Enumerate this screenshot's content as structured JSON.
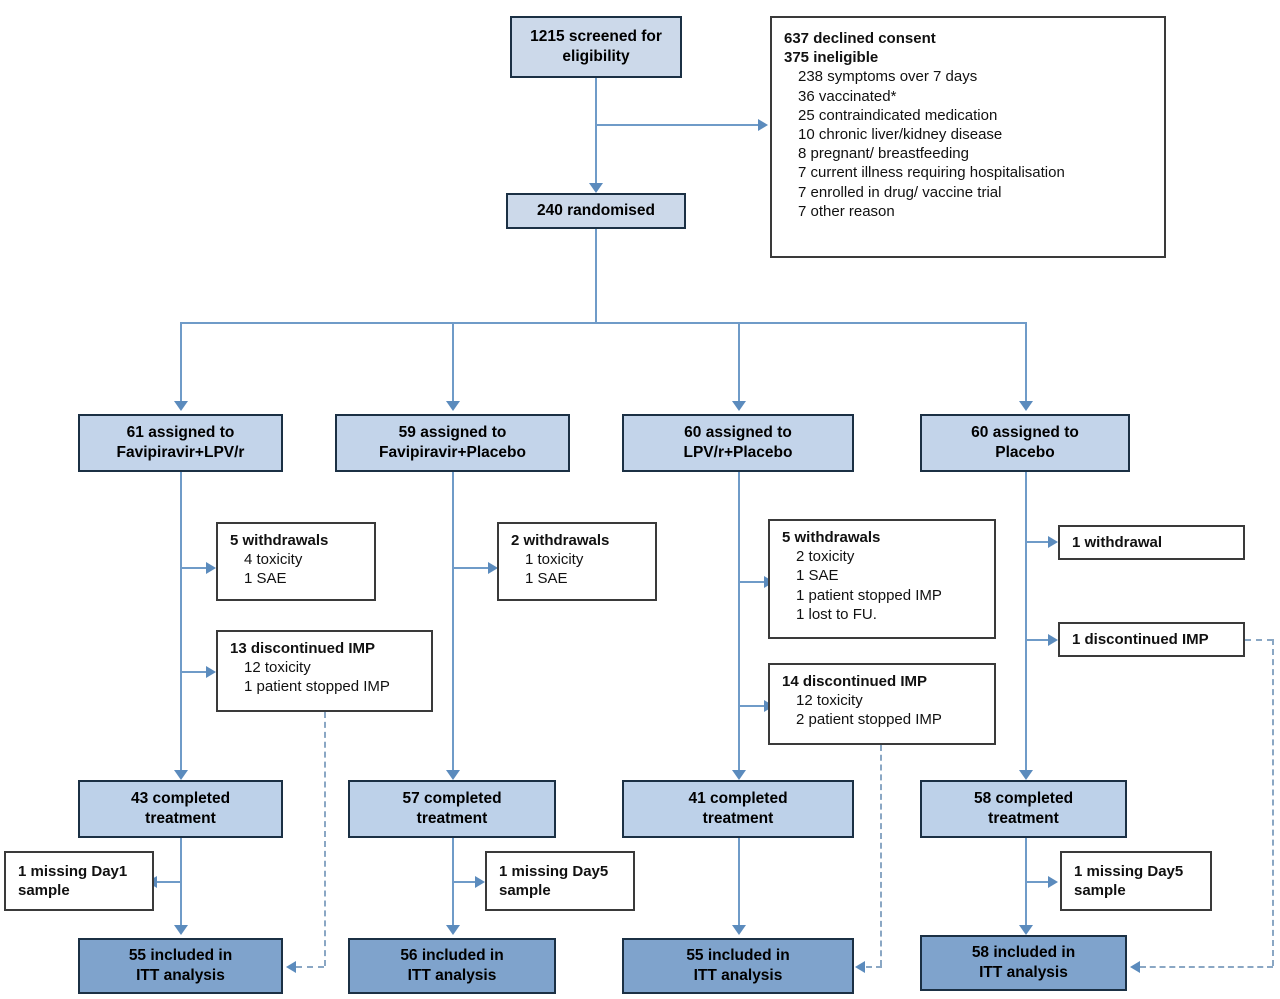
{
  "diagram": {
    "title": "CONSORT participant flow diagram",
    "colors": {
      "box_fill_light": "#ccd9ea",
      "box_fill_mid": "#c3d4ea",
      "box_fill_deep": "#7fa3cc",
      "box_border": "#1b3044",
      "white_box_border": "#3a3a3a",
      "connector": "#6f9bc8",
      "arrowhead": "#5b8bbd",
      "dashed_connector": "#8aa7c4"
    }
  },
  "enrolment": {
    "screened": {
      "line1": "1215 screened for",
      "line2": "eligibility"
    },
    "randomised": {
      "line1": "240 randomised"
    },
    "exclusions": {
      "declined": "637 declined consent",
      "ineligible": "375  ineligible",
      "reasons": [
        "238 symptoms over 7 days",
        "36 vaccinated*",
        "25 contraindicated medication",
        "10 chronic liver/kidney disease",
        "8 pregnant/ breastfeeding",
        "7 current illness requiring hospitalisation",
        "7 enrolled in drug/ vaccine trial",
        "7 other reason"
      ]
    }
  },
  "arms": [
    {
      "assigned": {
        "line1": "61 assigned to",
        "line2": "Favipiravir+LPV/r"
      },
      "withdrawals": {
        "header": "5 withdrawals",
        "items": [
          "4 toxicity",
          "1 SAE"
        ]
      },
      "discontinued": {
        "header": "13 discontinued IMP",
        "items": [
          "12 toxicity",
          "1 patient stopped IMP"
        ]
      },
      "completed": {
        "line1": "43 completed",
        "line2": "treatment"
      },
      "missing": {
        "line1": "1 missing Day1",
        "line2": "sample"
      },
      "itt": {
        "line1": "55 included in",
        "line2": "ITT analysis"
      }
    },
    {
      "assigned": {
        "line1": "59 assigned to",
        "line2": "Favipiravir+Placebo"
      },
      "withdrawals": {
        "header": "2 withdrawals",
        "items": [
          "1 toxicity",
          "1 SAE"
        ]
      },
      "discontinued": null,
      "completed": {
        "line1": "57 completed",
        "line2": "treatment"
      },
      "missing": {
        "line1": "1 missing Day5",
        "line2": "sample"
      },
      "itt": {
        "line1": "56 included in",
        "line2": "ITT analysis"
      }
    },
    {
      "assigned": {
        "line1": "60 assigned to",
        "line2": "LPV/r+Placebo"
      },
      "withdrawals": {
        "header": "5 withdrawals",
        "items": [
          "2 toxicity",
          "1 SAE",
          "1 patient stopped IMP",
          "1 lost to FU."
        ]
      },
      "discontinued": {
        "header": "14 discontinued IMP",
        "items": [
          "12 toxicity",
          "2 patient stopped IMP"
        ]
      },
      "completed": {
        "line1": "41 completed",
        "line2": "treatment"
      },
      "missing": null,
      "itt": {
        "line1": "55 included in",
        "line2": "ITT analysis"
      }
    },
    {
      "assigned": {
        "line1": "60 assigned to",
        "line2": "Placebo"
      },
      "withdrawals": {
        "header": "1 withdrawal",
        "items": []
      },
      "discontinued": {
        "header": "1 discontinued IMP",
        "items": []
      },
      "completed": {
        "line1": "58 completed",
        "line2": "treatment"
      },
      "missing": {
        "line1": "1 missing Day5",
        "line2": "sample"
      },
      "itt": {
        "line1": "58 included in",
        "line2": "ITT analysis"
      }
    }
  ]
}
